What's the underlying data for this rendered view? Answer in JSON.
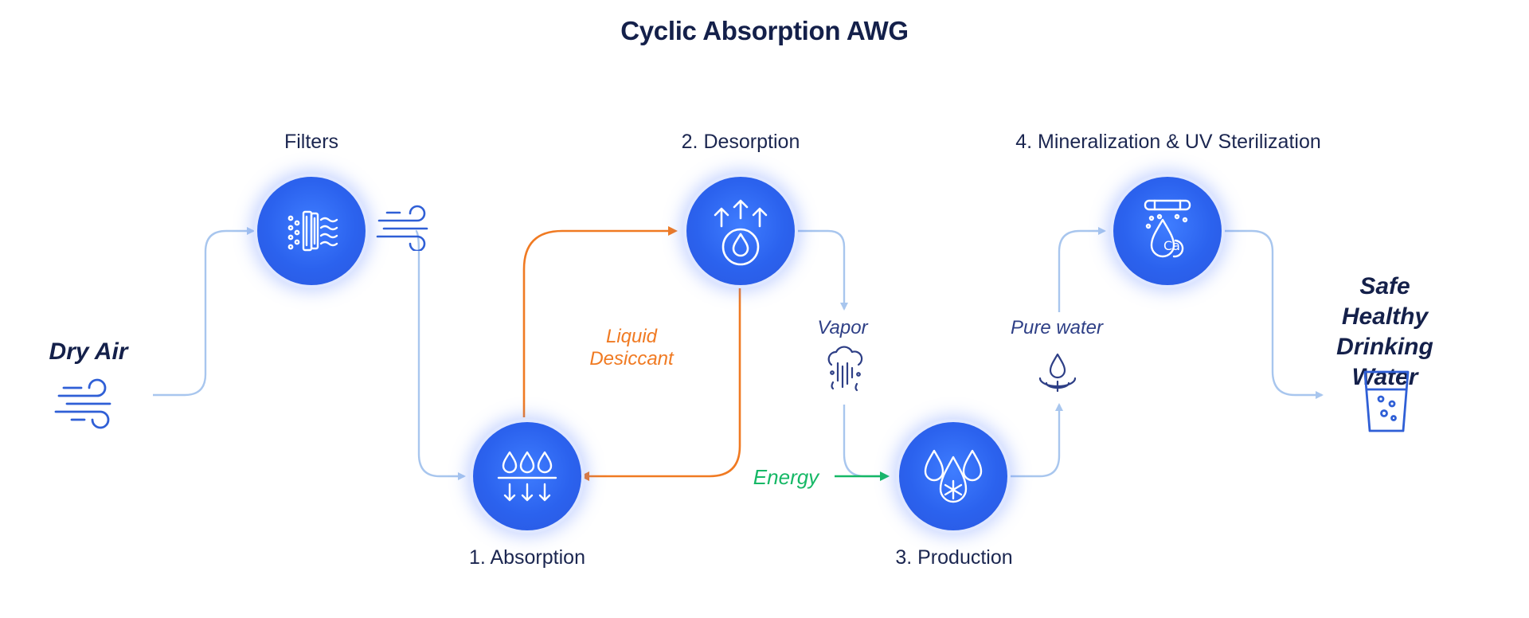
{
  "title": "Cyclic Absorption AWG",
  "stages": {
    "filters": "Filters",
    "absorption": "1. Absorption",
    "desorption": "2. Desorption",
    "production": "3. Production",
    "mineralization": "4. Mineralization & UV Sterilization"
  },
  "input": "Dry Air",
  "output": [
    "Safe",
    "Healthy",
    "Drinking Water"
  ],
  "notes": {
    "liquid_desiccant": [
      "Liquid",
      "Desiccant"
    ],
    "vapor": "Vapor",
    "energy": "Energy",
    "pure_water": "Pure water"
  },
  "colors": {
    "flow": "#a8c6ee",
    "desiccant": "#f07a22",
    "energy": "#16b866",
    "node": "#2b62ee",
    "icon_outline": "#2f5fd6",
    "title": "#14204a"
  },
  "icons": [
    "filter-icon",
    "wind-icon",
    "absorption-drops-icon",
    "desorption-arrows-icon",
    "production-drops-snowflake-icon",
    "uv-mineral-icon",
    "vapor-cloud-icon",
    "pure-water-drop-icon",
    "drinking-glass-icon"
  ]
}
